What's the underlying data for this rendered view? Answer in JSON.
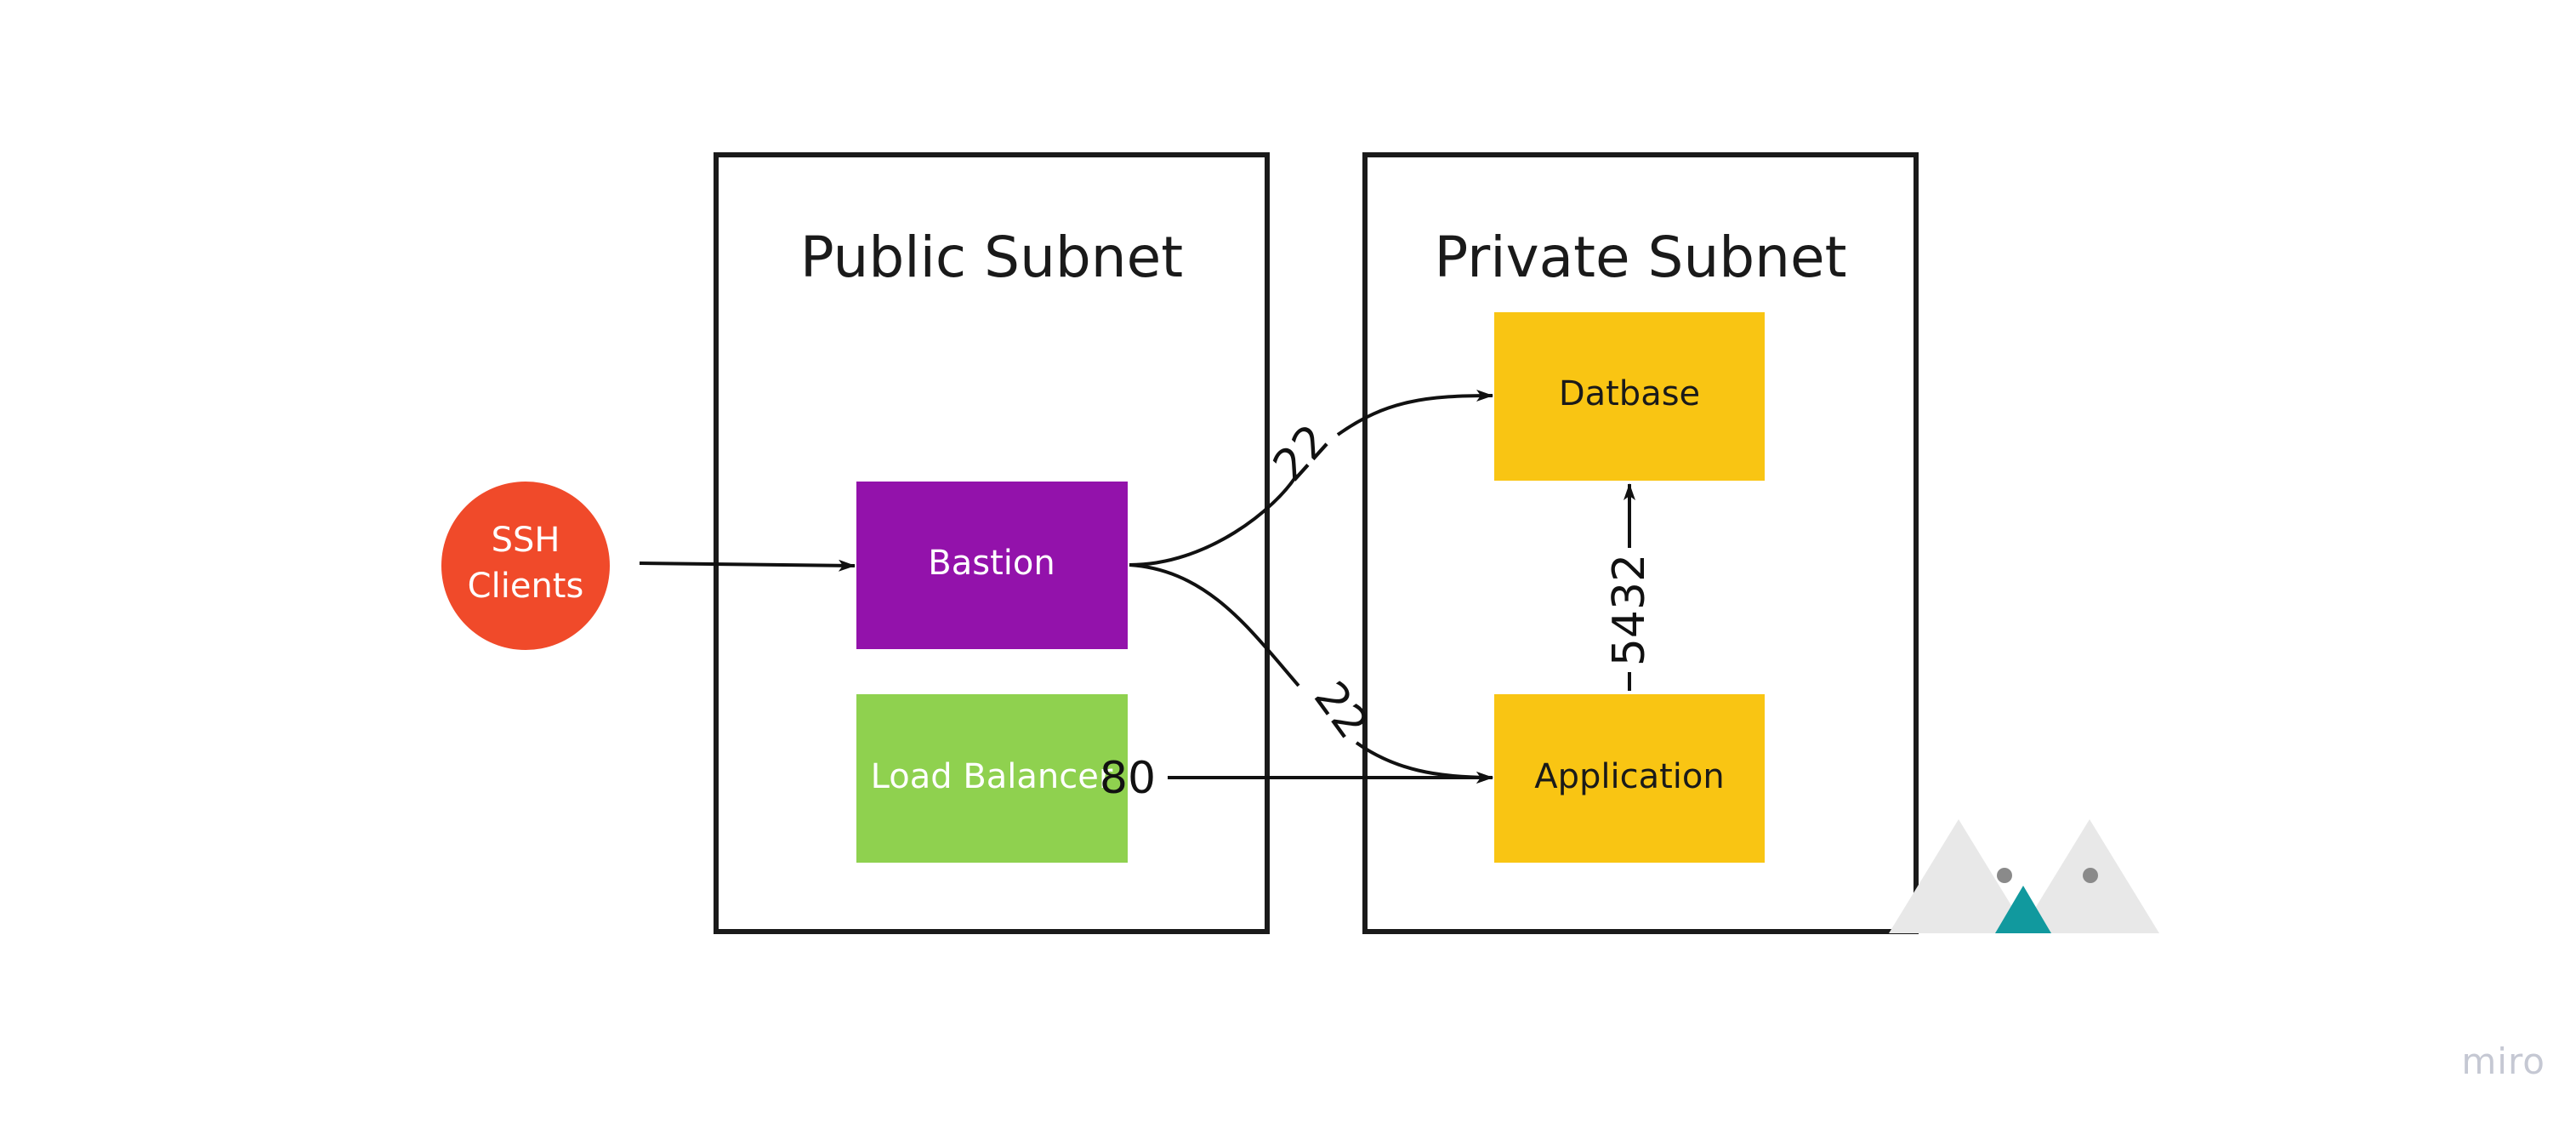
{
  "diagram": {
    "subnets": {
      "public": {
        "title": "Public Subnet"
      },
      "private": {
        "title": "Private Subnet"
      }
    },
    "nodes": {
      "ssh_clients": {
        "line1": "SSH",
        "line2": "Clients",
        "color": "#f04a2a"
      },
      "bastion": {
        "label": "Bastion",
        "color": "#9312ab"
      },
      "load_balancer": {
        "label": "Load Balancer",
        "color": "#8fd14f"
      },
      "database": {
        "label": "Datbase",
        "color": "#f9c513"
      },
      "application": {
        "label": "Application",
        "color": "#f9c513"
      }
    },
    "edges": {
      "bastion_to_database": {
        "label": "22"
      },
      "bastion_to_application": {
        "label": "22"
      },
      "lb_to_application": {
        "label": "80"
      },
      "application_to_database": {
        "label": "5432"
      }
    }
  },
  "branding": {
    "watermark": "miro",
    "logo_icon": "miro-mascot-icon"
  }
}
